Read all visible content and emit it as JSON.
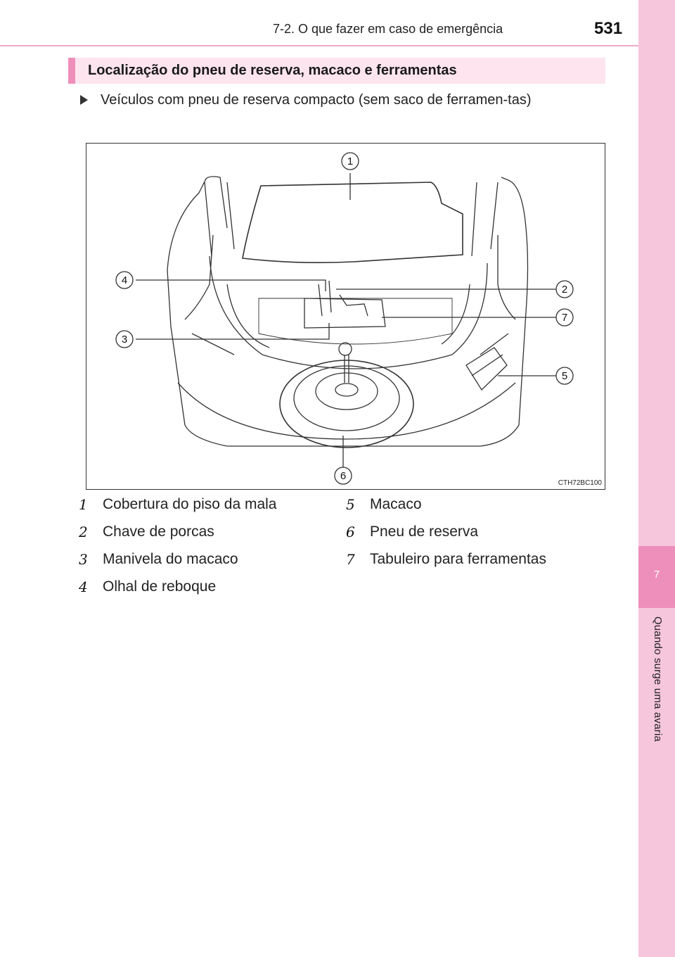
{
  "header": {
    "chapter": "7-2. O que fazer em caso de emergência",
    "page_number": "531"
  },
  "side_tab": {
    "chapter_number": "7",
    "chapter_title": "Quando surge uma avaria"
  },
  "section": {
    "title": "Localização do pneu de reserva, macaco e ferramentas"
  },
  "note": {
    "text": "Veículos com pneu de reserva compacto (sem saco de ferramen-tas)"
  },
  "figure": {
    "code": "CTH72BC100",
    "callouts": [
      "1",
      "2",
      "3",
      "4",
      "5",
      "6",
      "7"
    ]
  },
  "legend": [
    {
      "num": "1",
      "text": "Cobertura do piso da mala"
    },
    {
      "num": "2",
      "text": "Chave de porcas"
    },
    {
      "num": "3",
      "text": "Manivela do macaco"
    },
    {
      "num": "4",
      "text": "Olhal de reboque"
    },
    {
      "num": "5",
      "text": "Macaco"
    },
    {
      "num": "6",
      "text": "Pneu de reserva"
    },
    {
      "num": "7",
      "text": "Tabuleiro para ferramentas"
    }
  ],
  "colors": {
    "accent_pink": "#ee8fbb",
    "tab_pink": "#f6c6dc",
    "bar_pink": "#fde4ee"
  }
}
